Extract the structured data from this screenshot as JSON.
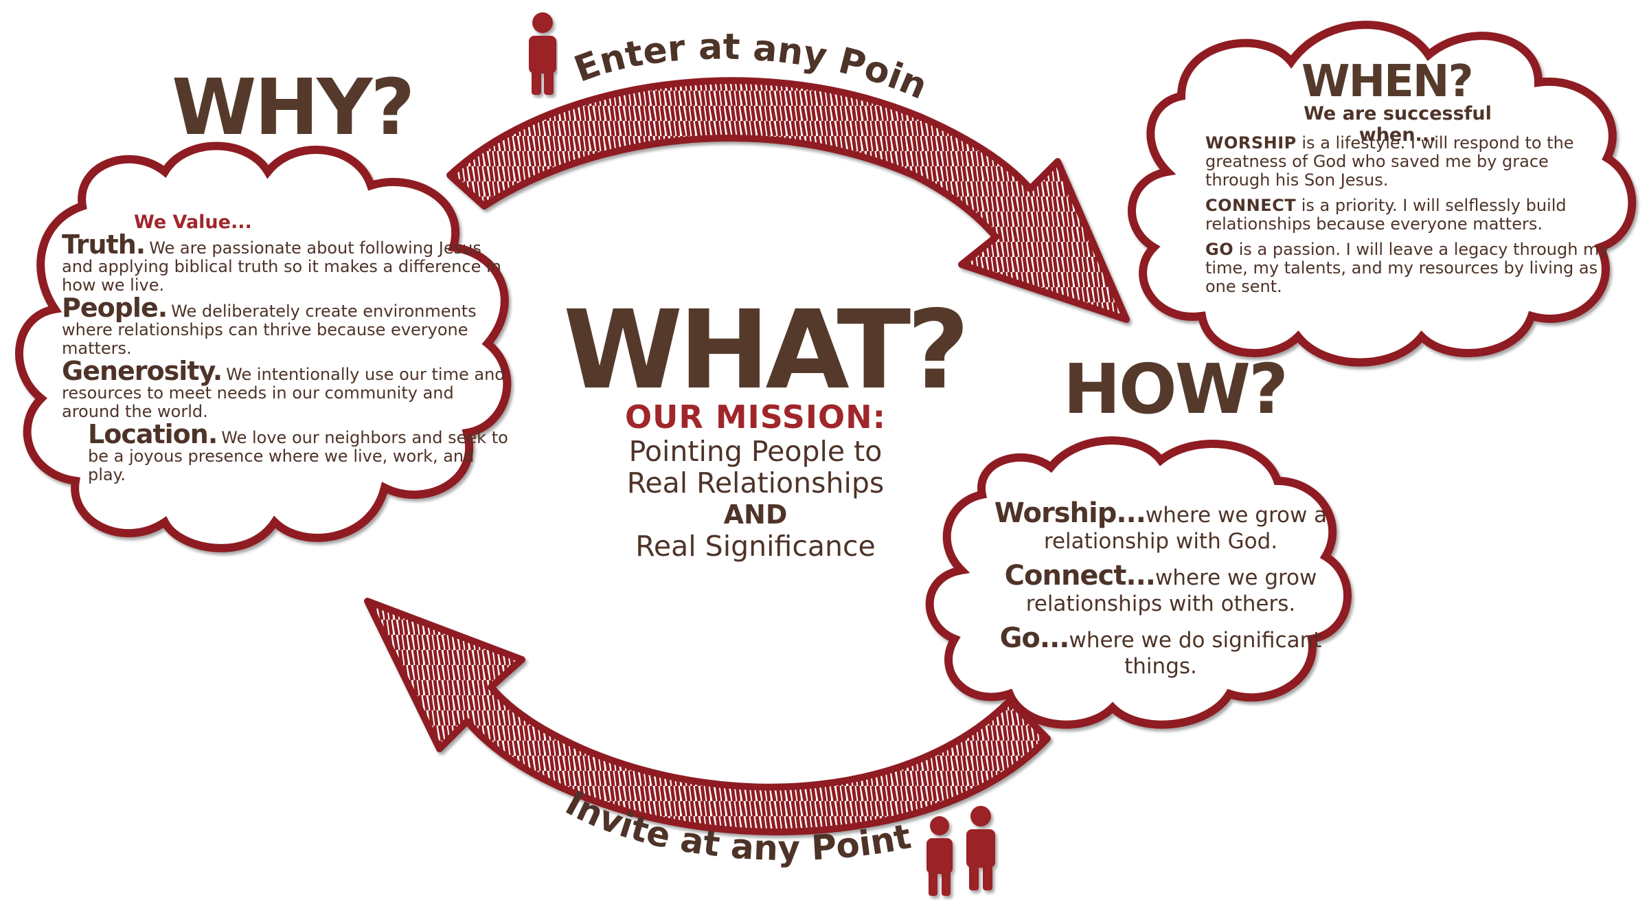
{
  "why": {
    "heading": "WHY?",
    "label": "We Value...",
    "values": [
      {
        "term": "Truth.",
        "text": "We are passionate about following Jesus and applying biblical truth so it makes a difference in how we live."
      },
      {
        "term": "People.",
        "text": "We deliberately create environments where relationships can thrive because everyone matters."
      },
      {
        "term": "Generosity.",
        "text": "We intentionally use our time and resources to meet needs in our community and around the world."
      },
      {
        "term": "Location.",
        "text": "We love our neighbors and seek to be a joyous presence where we live, work, and play."
      }
    ]
  },
  "what": {
    "heading": "WHAT?",
    "mission_title": "OUR MISSION:",
    "line1": "Pointing People to",
    "line2": "Real Relationships",
    "and": "AND",
    "line3": "Real Significance"
  },
  "when": {
    "heading": "WHEN?",
    "subheading": "We are successful when...",
    "items": [
      {
        "term": "WORSHIP",
        "text": "is a lifestyle. I will respond to the greatness of God who saved me by grace through his Son Jesus."
      },
      {
        "term": "CONNECT",
        "text": "is a priority. I will selflessly build relationships because everyone matters."
      },
      {
        "term": "GO",
        "text": "is a passion. I will leave a legacy through my time, my talents, and my resources by living as one sent."
      }
    ]
  },
  "how": {
    "heading": "HOW?",
    "items": [
      {
        "term": "Worship...",
        "text": "where we grow a relationship with God."
      },
      {
        "term": "Connect...",
        "text": "where we grow relationships with others."
      },
      {
        "term": "Go...",
        "text": "where we do significant things."
      }
    ]
  },
  "arrows": {
    "top_label": "Enter at any Point...",
    "bottom_label": "Invite at any Point..."
  },
  "colors": {
    "accent_red": "#8e1f22",
    "text_brown": "#4e3328",
    "cloud_fill": "#ffffff"
  },
  "icons": [
    "person-icon",
    "two-people-icon"
  ]
}
